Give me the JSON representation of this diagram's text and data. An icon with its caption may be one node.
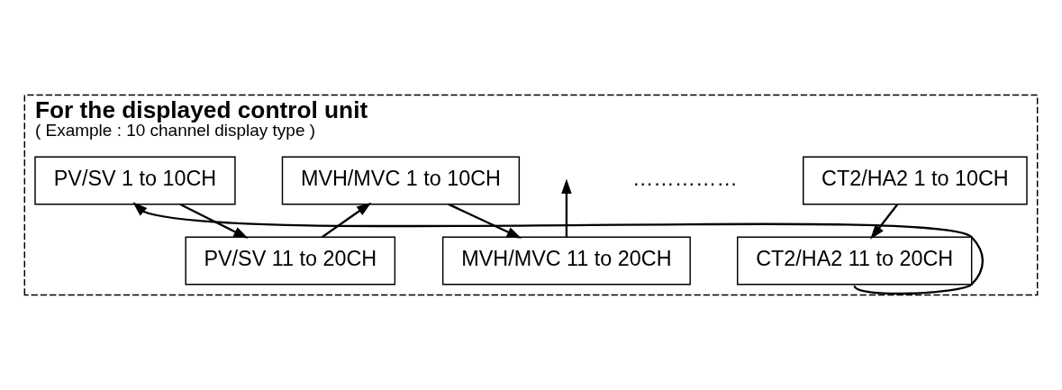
{
  "diagram": {
    "nodes": [
      {
        "text": [
          "For the displayed control unit",
          "( Example : 10 channel display type )"
        ]
      },
      {
        "text": [
          "PV/SV 1 to 10CH"
        ],
        "in": 0
      },
      {
        "text": [
          "PV/SV 11 to 20CH"
        ],
        "in": 0
      },
      {
        "text": [
          "MVH/MVC 1 to 10CH"
        ],
        "in": 0
      },
      {
        "text": [
          "MVH/MVC 11 to 20CH"
        ],
        "in": 0
      },
      {
        "text": [
          "CT2/HA2 1 to 10CH"
        ],
        "in": 0
      },
      {
        "text": [
          "CT2/HA2 11 to 20CH"
        ],
        "in": 0
      }
    ],
    "edges": [
      {
        "from": 1,
        "to": 2,
        "arrow": "to"
      },
      {
        "from": 2,
        "to": 3,
        "arrow": "to"
      },
      {
        "from": 3,
        "to": 4,
        "arrow": "to"
      },
      {
        "from": 4,
        "to": null,
        "arrow": "to"
      },
      {
        "from": 5,
        "to": 6,
        "arrow": "to"
      },
      {
        "from": 6,
        "to": 1,
        "arrow": "to"
      }
    ],
    "labels": [
      "……………"
    ]
  }
}
